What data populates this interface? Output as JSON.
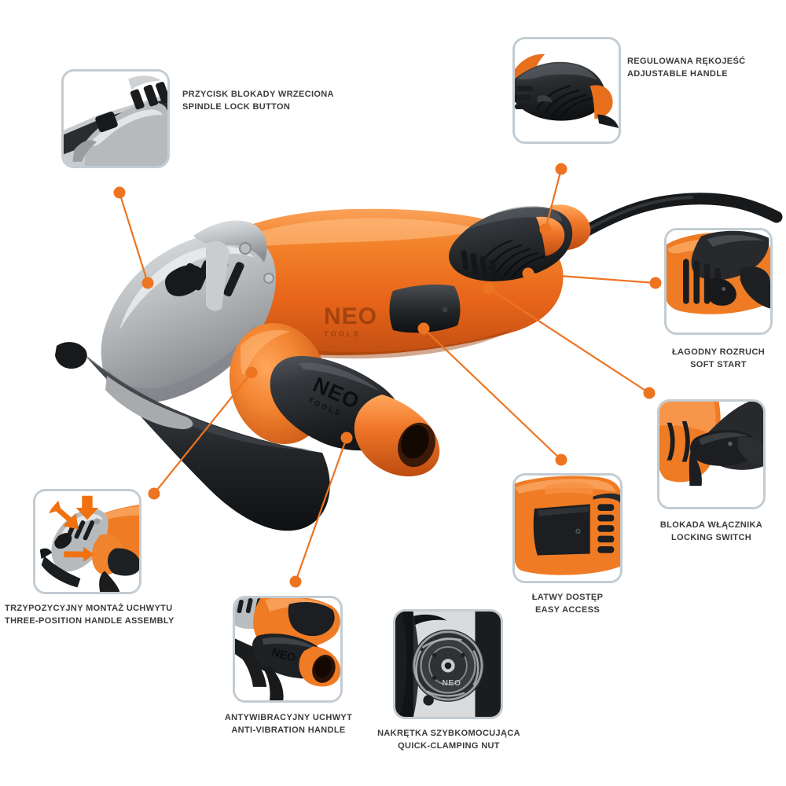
{
  "page": {
    "title": "NEO TOOLS Angle Grinder Feature Infographic",
    "background_color": "#ffffff",
    "accent_color": "#ED7421",
    "text_color": "#3b3b3b",
    "frame_border_color": "#c3ccd3",
    "brand": "NEO",
    "brand_sub": "TOOLS"
  },
  "features": [
    {
      "id": "spindle-lock",
      "label_pl": "PRZYCISK BLOKADY WRZECIONA",
      "label_en": "SPINDLE LOCK BUTTON",
      "thumb": "spindle-lock-thumb"
    },
    {
      "id": "adjustable-handle",
      "label_pl": "REGULOWANA RĘKOJEŚĆ",
      "label_en": "ADJUSTABLE HANDLE",
      "thumb": "adjustable-handle-thumb"
    },
    {
      "id": "soft-start",
      "label_pl": "ŁAGODNY ROZRUCH",
      "label_en": "SOFT START",
      "thumb": "soft-start-thumb"
    },
    {
      "id": "locking-switch",
      "label_pl": "BLOKADA WŁĄCZNIKA",
      "label_en": "LOCKING SWITCH",
      "thumb": "locking-switch-thumb"
    },
    {
      "id": "easy-access",
      "label_pl": "ŁATWY DOSTĘP",
      "label_en": "EASY ACCESS",
      "thumb": "easy-access-thumb"
    },
    {
      "id": "quick-clamping-nut",
      "label_pl": "NAKRĘTKA SZYBKOMOCUJĄCA",
      "label_en": "QUICK-CLAMPING NUT",
      "thumb": "quick-clamping-nut-thumb"
    },
    {
      "id": "anti-vibration-handle",
      "label_pl": "ANTYWIBRACYJNY UCHWYT",
      "label_en": "ANTI-VIBRATION HANDLE",
      "thumb": "anti-vibration-handle-thumb"
    },
    {
      "id": "three-position-handle",
      "label_pl": "TRZYPOZYCYJNY MONTAŻ UCHWYTU",
      "label_en": "THREE-POSITION HANDLE ASSEMBLY",
      "thumb": "three-position-handle-thumb"
    }
  ],
  "product": {
    "name": "NEO TOOLS Angle Grinder",
    "body_label": "NEO",
    "body_sublabel": "TOOLS",
    "handle_label": "NEO",
    "handle_sublabel": "TOOLS"
  }
}
